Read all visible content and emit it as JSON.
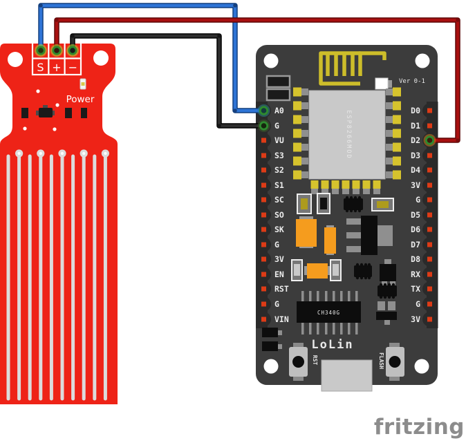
{
  "diagram": {
    "tool_watermark": "fritzing",
    "background_color": "#ffffff"
  },
  "sensor": {
    "name": "water level sensor module",
    "board_color": "#ee2317",
    "trace_color": "#dcdcdc",
    "pin_labels": [
      "S",
      "+",
      "−"
    ],
    "power_label": "Power"
  },
  "nodemcu": {
    "name": "NodeMCU LoLin ESP8266 board",
    "body_color": "#3c3c3c",
    "pin_strip_color": "#2a2a2a",
    "pad_color": "#d6c32d",
    "pin_square_color": "#dd3b16",
    "version_label": "Ver 0-1",
    "module_label": "ESP8266MOD",
    "usb_chip_label": "CH340G",
    "brand_label": "LoLin",
    "rst_button_label": "RST",
    "flash_button_label": "FLASH",
    "left_pins": [
      "A0",
      "G",
      "VU",
      "S3",
      "S2",
      "S1",
      "SC",
      "SO",
      "SK",
      "G",
      "3V",
      "EN",
      "RST",
      "G",
      "VIN"
    ],
    "right_pins": [
      "D0",
      "D1",
      "D2",
      "D3",
      "D4",
      "3V",
      "G",
      "D5",
      "D6",
      "D7",
      "D8",
      "RX",
      "TX",
      "G",
      "3V"
    ]
  },
  "wires": [
    {
      "color_name": "blue",
      "hex": "#2e74d6",
      "from": "sensor S",
      "to": "nodemcu A0"
    },
    {
      "color_name": "red",
      "hex": "#a81010",
      "from": "sensor +",
      "to": "nodemcu D2"
    },
    {
      "color_name": "black",
      "hex": "#2d2d2d",
      "from": "sensor −",
      "to": "nodemcu G"
    }
  ]
}
